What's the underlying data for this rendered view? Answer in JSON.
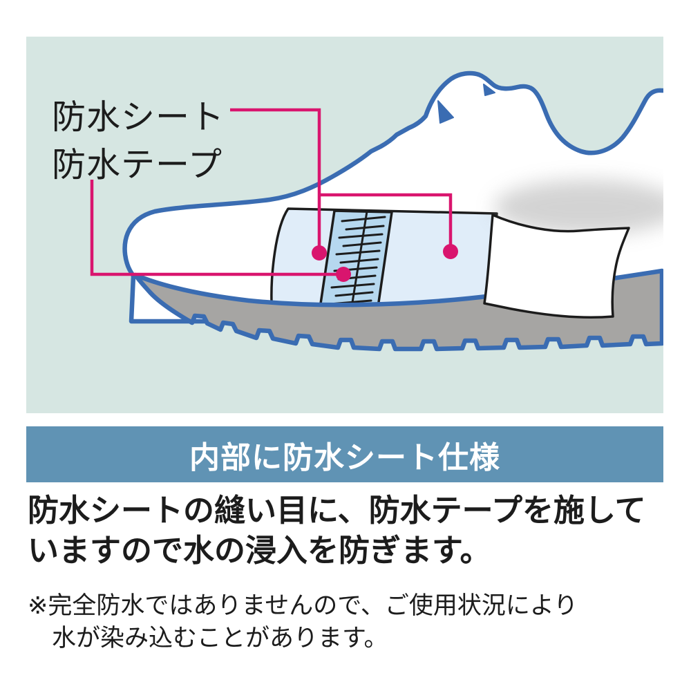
{
  "colors": {
    "mint": "#d6e6e2",
    "outline": "#3a6cb2",
    "sole": "#a6a5a3",
    "sheet": "#e0edf9",
    "tape": "#b6d8ef",
    "pink": "#d9156e",
    "banner": "#6093b4",
    "ink": "#1c1c1c"
  },
  "illustration": {
    "labels": {
      "sheet": "防水シート",
      "tape": "防水テープ"
    }
  },
  "banner": {
    "title": "内部に防水シート仕様"
  },
  "description": {
    "line1": "防水シートの縫い目に、防水テープを施して",
    "line2": "いますので水の浸入を防ぎます。"
  },
  "note": {
    "line1": "※完全防水ではありませんので、ご使用状況により",
    "line2": "水が染み込むことがあります。"
  }
}
